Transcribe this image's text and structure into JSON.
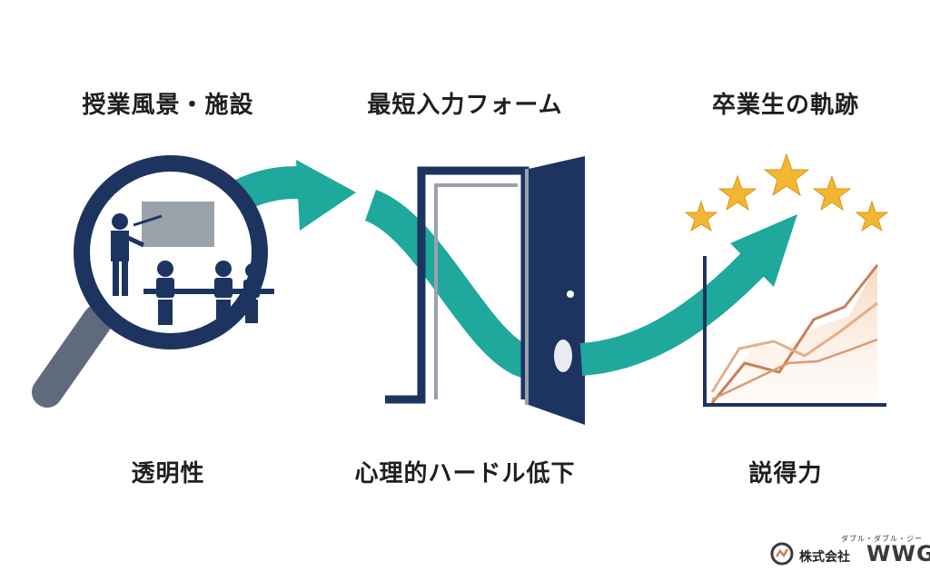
{
  "labels": {
    "top": [
      "授業風景・施設",
      "最短入力フォーム",
      "卒業生の軌跡"
    ],
    "bottom": [
      "透明性",
      "心理的ハードル低下",
      "説得力"
    ]
  },
  "logo": {
    "reading": "ダブル・ダブル・ジー",
    "company": "株式会社",
    "mark": "WWG"
  },
  "icons": [
    "magnifier-classroom-icon",
    "open-door-icon",
    "stars-icon",
    "growth-chart-icon",
    "teal-flow-arrow"
  ],
  "colors": {
    "navy": "#1d3461",
    "teal": "#1fa89c",
    "gray": "#6b7280",
    "star": "#f2b632",
    "chart_line": "#d9a47a",
    "text": "#1f1f1f"
  }
}
